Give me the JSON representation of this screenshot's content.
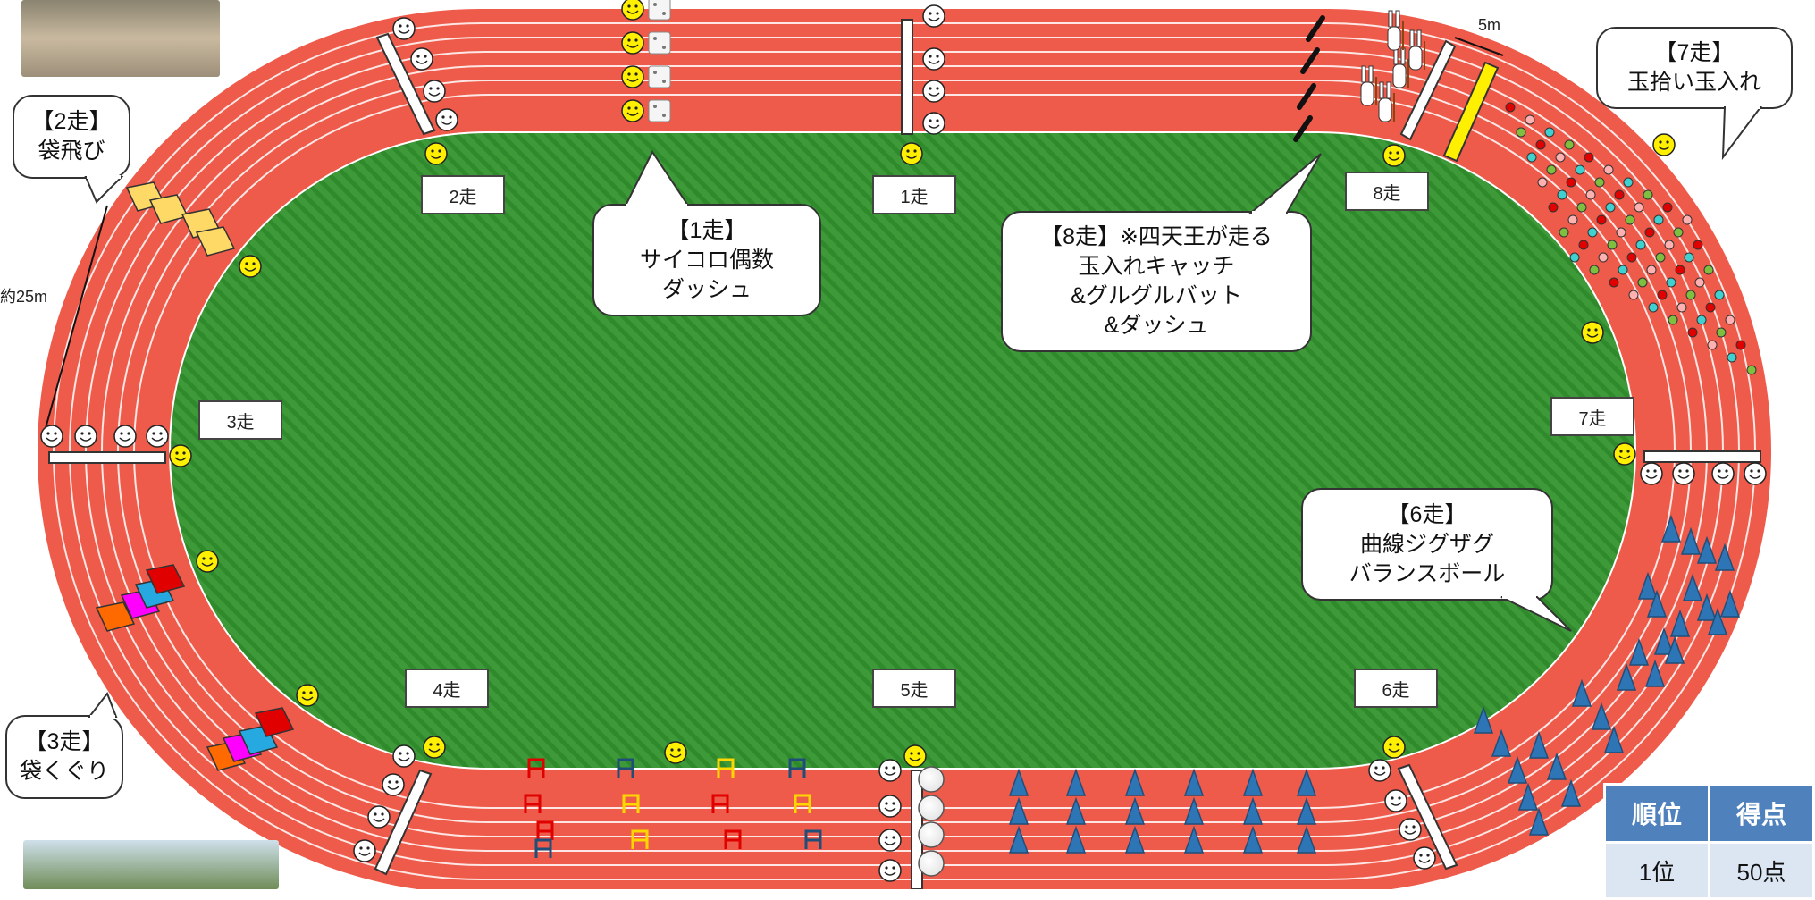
{
  "colors": {
    "track": "#ee5b4a",
    "lane_line": "#ffffff",
    "field": "#3f9b3a",
    "cone": "#2e75b6",
    "smiley": "#ffef00",
    "flag_yellow": "#ffd966",
    "table_header": "#4f81bd"
  },
  "legs": [
    {
      "id": "1",
      "sign": "1走"
    },
    {
      "id": "2",
      "sign": "2走"
    },
    {
      "id": "3",
      "sign": "3走"
    },
    {
      "id": "4",
      "sign": "4走"
    },
    {
      "id": "5",
      "sign": "5走"
    },
    {
      "id": "6",
      "sign": "6走"
    },
    {
      "id": "7",
      "sign": "7走"
    },
    {
      "id": "8",
      "sign": "8走"
    }
  ],
  "callouts": {
    "leg1": [
      "【1走】",
      "サイコロ偶数",
      "ダッシュ"
    ],
    "leg2": [
      "【2走】",
      "袋飛び"
    ],
    "leg3": [
      "【3走】",
      "袋くぐり"
    ],
    "leg6": [
      "【6走】",
      "曲線ジグザグ",
      "バランスボール"
    ],
    "leg7": [
      "【7走】",
      "玉拾い玉入れ"
    ],
    "leg8": [
      "【8走】※四天王が走る",
      "玉入れキャッチ",
      "&グルグルバット",
      "&ダッシュ"
    ]
  },
  "distances": {
    "approx": "約25m",
    "gap": "5m"
  },
  "score_table": {
    "headers": [
      "順位",
      "得点"
    ],
    "rows": [
      [
        "1位",
        "50点"
      ]
    ]
  },
  "icons": [
    "smiley-icon",
    "dice-icon",
    "cone-icon",
    "flag-icon",
    "hurdle-icon",
    "ball-icon",
    "baton-icon",
    "rabbit-icon"
  ]
}
